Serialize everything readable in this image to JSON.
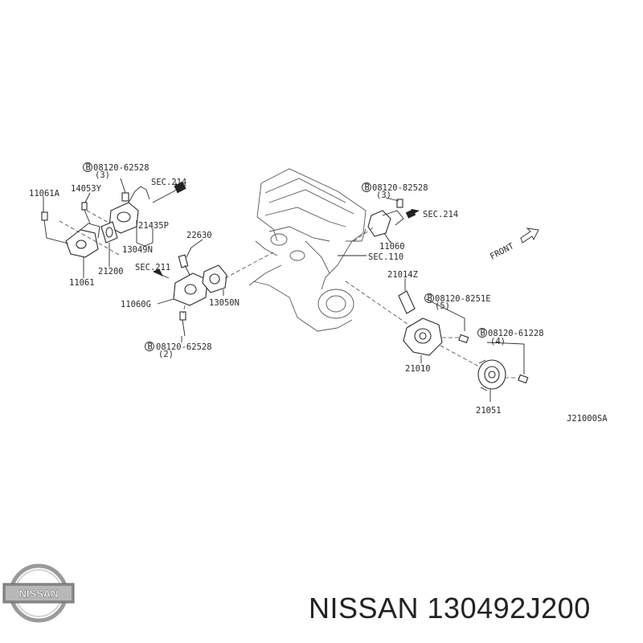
{
  "labels": {
    "bolt_08120_62528_top": "08120-62528",
    "qty_3_top": "(3)",
    "sec214_left": "SEC.214",
    "p11061A": "11061A",
    "p14053Y": "14053Y",
    "p21435P": "21435P",
    "p13049N": "13049N",
    "p21200": "21200",
    "p11061": "11061",
    "sec211": "SEC.211",
    "p22630": "22630",
    "p11060G": "11060G",
    "p13050N": "13050N",
    "bolt_08120_62528_bottom": "08120-62528",
    "qty_2": "(2)",
    "bolt_08120_82528": "08120-82528",
    "qty_3_right": "(3)",
    "sec214_right": "SEC.214",
    "p11060": "11060",
    "sec110": "SEC.110",
    "p21014Z": "21014Z",
    "bolt_08120_8251E": "08120-8251E",
    "qty_5": "(5)",
    "p21010": "21010",
    "bolt_08120_61228": "08120-61228",
    "qty_4": "(4)",
    "p21051": "21051",
    "front": "FRONT",
    "diagram_code": "J21000SA"
  },
  "footer": {
    "brand_logo_text": "NISSAN",
    "title": "NISSAN 130492J200"
  }
}
